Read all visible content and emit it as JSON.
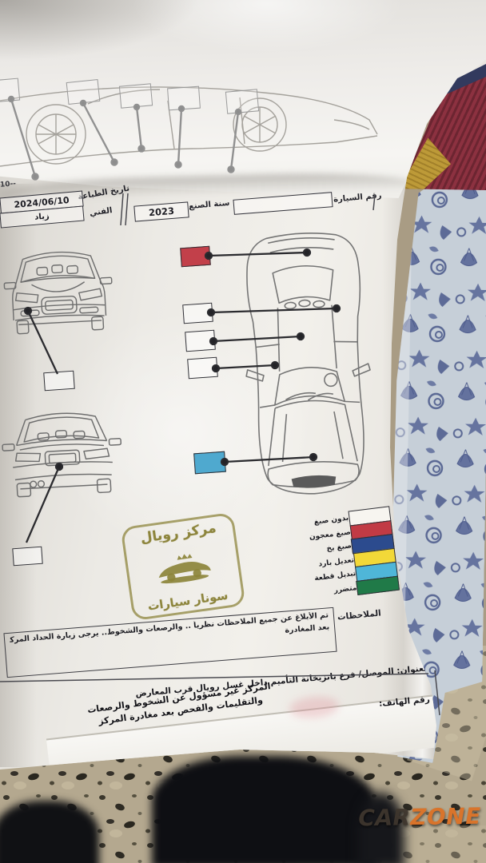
{
  "page": {
    "corner_fragment": "10--",
    "header": {
      "car_number_label": "رقم السيارة",
      "car_number_value": "",
      "year_label": "سنة الصنع",
      "year_value": "2023",
      "print_date_label": "تاريخ الطباعة",
      "print_date_value": "2024/06/10",
      "technician_label": "الفني",
      "technician_value": "زياد"
    },
    "legend": {
      "items": [
        {
          "label": "بدون صبغ",
          "color": "#f7f5f0",
          "swatch_style": "background:#f7f5f0"
        },
        {
          "label": "صبغ معجون",
          "color": "#c13b45",
          "swatch_style": "background:#c13b45"
        },
        {
          "label": "صبغ بخ",
          "color": "#2c4b8e",
          "swatch_style": "background:#2c4b8e"
        },
        {
          "label": "تعديل بارد",
          "color": "#f2d838",
          "swatch_style": "background:#f2d838"
        },
        {
          "label": "تبديل قطعة",
          "color": "#4fb6d8",
          "swatch_style": "background:#4fb6d8"
        },
        {
          "label": "متضرر",
          "color": "#207a48",
          "swatch_style": "background:#207a48"
        }
      ]
    },
    "diagram": {
      "top_view_callouts": [
        {
          "name": "rear-window-mark",
          "color": "#c2404a",
          "style": "background:#c2404a"
        },
        {
          "name": "right-quarter-mark",
          "color": "",
          "style": "background:rgba(255,255,255,0.5)"
        },
        {
          "name": "roof-mark",
          "color": "",
          "style": "background:rgba(255,255,255,0.5)"
        },
        {
          "name": "left-side-mark",
          "color": "",
          "style": "background:rgba(255,255,255,0.5)"
        },
        {
          "name": "hood-mark",
          "color": "#4fa9cf",
          "style": "background:#4fa9cf"
        }
      ],
      "front_callout_style": "background:rgba(255,255,255,0.5)",
      "rear_callout_style": "background:rgba(255,255,255,0.5)"
    },
    "stamp": {
      "line1": "مركز رويال",
      "line2": "سونار سيارات"
    },
    "notes": {
      "label": "الملاحظات",
      "line1": "تم الأبلاغ عن جميع الملاحظات نظرياً .. والرصعات والشخوط.. يرجى زيارة الحداد المركز غير مسؤول عن السيارة",
      "line2": "بعد المغادرة"
    },
    "footer": {
      "address_label": "العنوان:",
      "address_value": "الموصل/ فرع بانزيخانة التأميم داخل غسل رويال قرب المعارض",
      "phone_label": "رقم الهاتف:",
      "phone_value": "",
      "disclaimer_line1": "المركز غير مسؤول عن الشخوط والرصعات",
      "disclaimer_line2": "والتقليمات والفحص بعد مغادرة المركز"
    }
  },
  "watermark": {
    "car": "CAR",
    "zone": "ZONE",
    "car_style": "color:rgba(64,55,47,0.92)",
    "zone_style": "color:#d9742b"
  }
}
